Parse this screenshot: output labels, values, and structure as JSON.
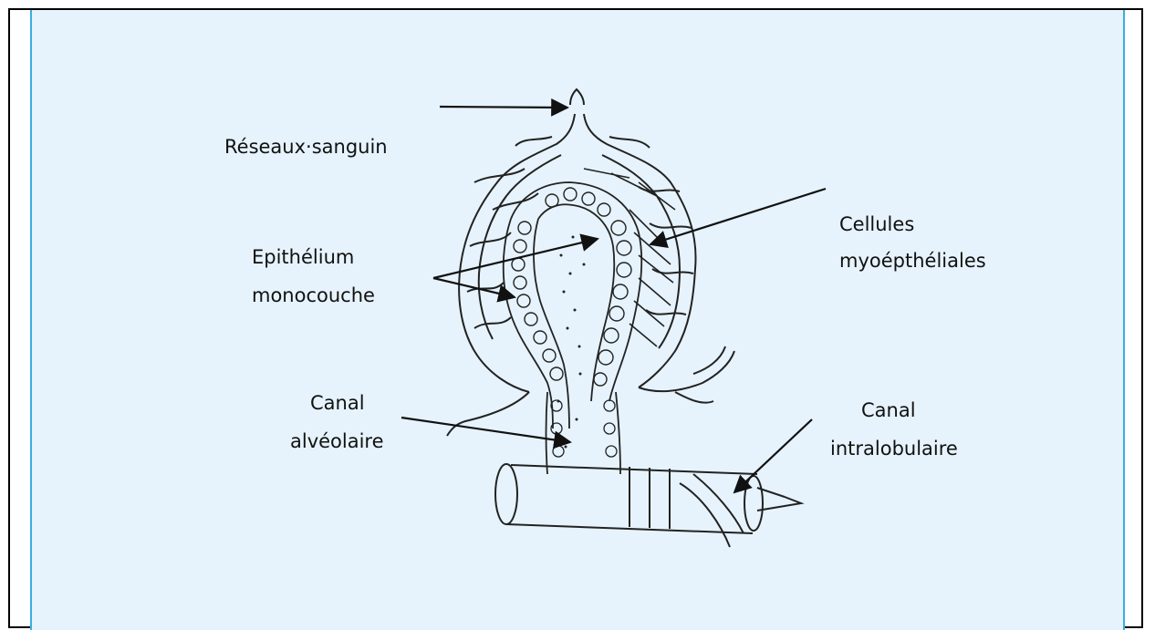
{
  "labels": {
    "reseaux": "Réseaux·sanguin",
    "epithelium_1": "Epithélium",
    "epithelium_2": "monocouche",
    "cellules_1": "Cellules",
    "cellules_2": "myoépthéliales",
    "canal_alv_1": "Canal",
    "canal_alv_2": "alvéolaire",
    "canal_intra_1": "Canal",
    "canal_intra_2": "intralobulaire"
  },
  "colors": {
    "panel": "#e6f3fc",
    "panel_border": "#3aaee0",
    "ink": "#111111"
  }
}
